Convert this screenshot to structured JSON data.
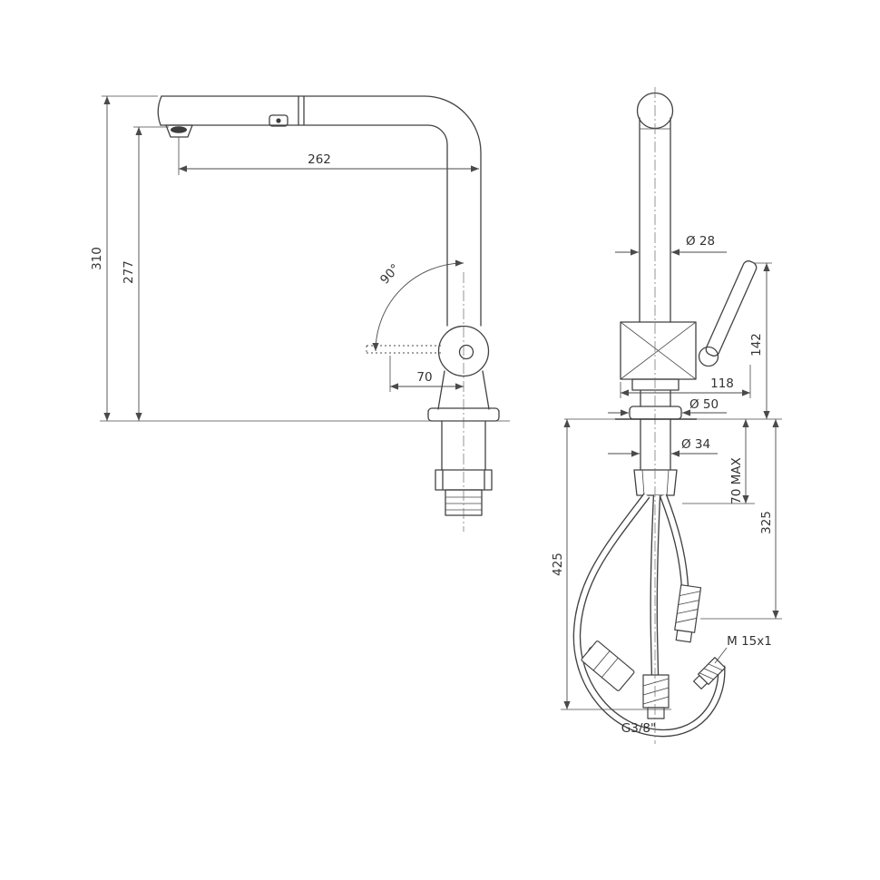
{
  "meta": {
    "background_color": "#ffffff",
    "line_color": "#424242",
    "drawing_type": "kitchen pull-out faucet dimensional drawing"
  },
  "drawing": {
    "side_view": {
      "spout_reach": "262",
      "total_height": "310",
      "spout_underside_height": "277",
      "swivel_angle": "90°",
      "head_offset": "70"
    },
    "front_view": {
      "column_diameter": "Ø 28",
      "body_depth": "118",
      "handle_height": "142",
      "base_diameter": "Ø 50",
      "shank_diameter": "Ø 34",
      "max_deck_thickness": "70 MAX",
      "hose_length_short": "325",
      "hose_length_long": "425",
      "spray_hose_thread": "M 15x1",
      "supply_hose_thread": "G3/8\""
    }
  }
}
